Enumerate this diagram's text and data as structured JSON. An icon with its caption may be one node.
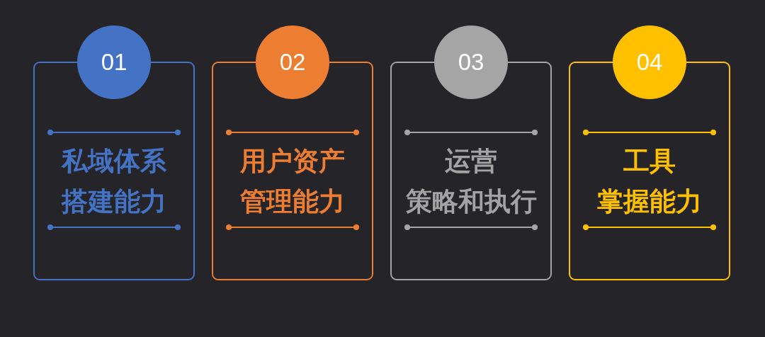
{
  "diagram": {
    "nodes": [
      {
        "text": [
          "01"
        ]
      },
      {
        "text": [
          "私域体系搭建能力"
        ]
      },
      {
        "text": [
          "02"
        ]
      },
      {
        "text": [
          "用户资产管理能力"
        ]
      },
      {
        "text": [
          "03"
        ]
      },
      {
        "text": [
          "运营策略和执行"
        ]
      },
      {
        "text": [
          "04"
        ]
      },
      {
        "text": [
          "工具掌握能力"
        ]
      }
    ]
  }
}
